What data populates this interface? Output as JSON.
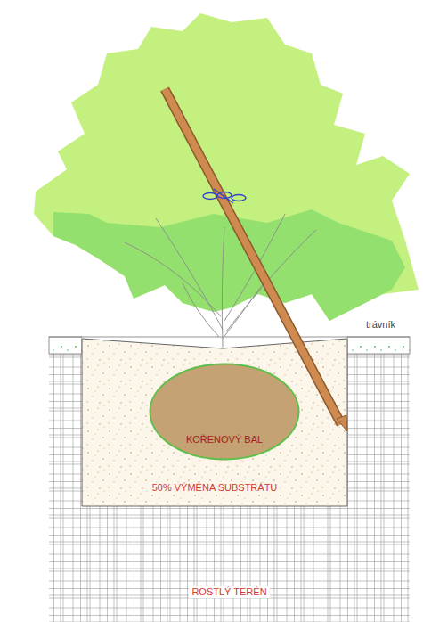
{
  "diagram": {
    "nodes": [
      {
        "text": [
          "ROSTLÝ TERÉN"
        ]
      },
      {
        "text": [
          "50% VÝMĚNA SUBSTRÁTU"
        ],
        "in": 0
      },
      {
        "text": [
          "KOŘENOVÝ BAL"
        ],
        "in": 1
      }
    ],
    "labels": [
      "trávník"
    ]
  }
}
